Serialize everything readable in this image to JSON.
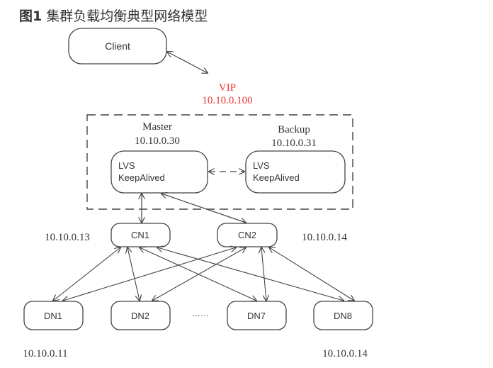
{
  "figure": {
    "number": "图1",
    "title": "集群负载均衡典型网络模型"
  },
  "client": {
    "label": "Client"
  },
  "vip": {
    "label": "VIP",
    "ip": "10.10.0.100"
  },
  "master": {
    "role": "Master",
    "ip": "10.10.0.30",
    "line1": "LVS",
    "line2": "KeepAlived"
  },
  "backup": {
    "role": "Backup",
    "ip": "10.10.0.31",
    "line1": "LVS",
    "line2": "KeepAlived"
  },
  "coordinators": [
    {
      "label": "CN1",
      "ip": "10.10.0.13"
    },
    {
      "label": "CN2",
      "ip": "10.10.0.14"
    }
  ],
  "datanodes": [
    {
      "label": "DN1"
    },
    {
      "label": "DN2"
    },
    {
      "label": "DN7"
    },
    {
      "label": "DN8"
    }
  ],
  "ellipsis": "……",
  "dn_ip_first": "10.10.0.11",
  "dn_ip_last": "10.10.0.14",
  "colors": {
    "vip": "#ee3333",
    "stroke": "#444444",
    "text": "#333333"
  }
}
